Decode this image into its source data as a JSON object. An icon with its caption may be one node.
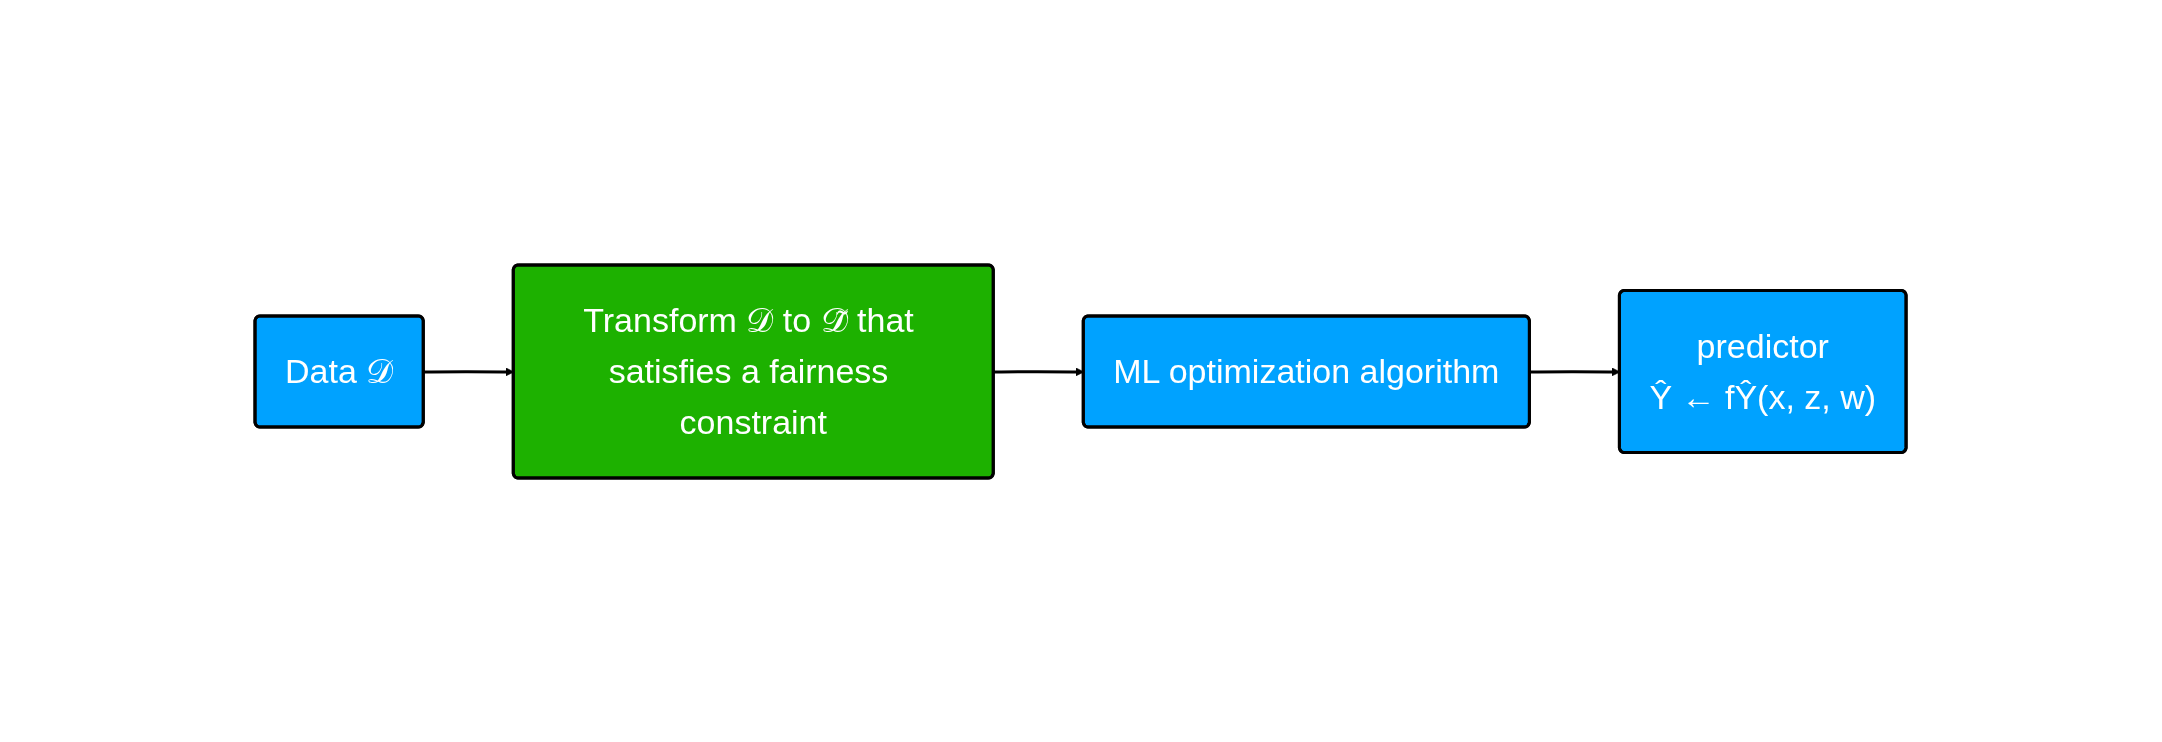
{
  "diagram": {
    "nodes": [
      {
        "text": [
          "Data 𝒟"
        ]
      },
      {
        "text": [
          "Transform 𝒟 to 𝒟̃ that satisfies a fairness constraint"
        ]
      },
      {
        "text": [
          "ML optimization algorithm"
        ]
      },
      {
        "text": [
          "predictor",
          "Ŷ ← fŶ(x, z, w)"
        ]
      }
    ],
    "edges": [
      {
        "from": 0,
        "to": 1,
        "arrow": "to"
      },
      {
        "from": 1,
        "to": 2,
        "arrow": "to"
      },
      {
        "from": 2,
        "to": 3,
        "arrow": "to"
      }
    ]
  }
}
